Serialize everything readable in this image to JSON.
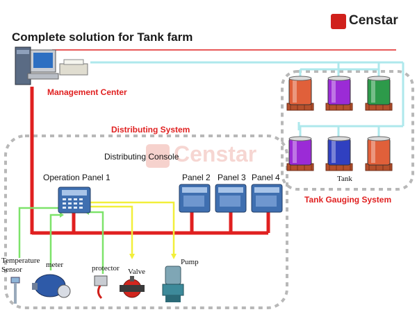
{
  "title": "Complete solution for Tank farm",
  "brand": {
    "name": "Censtar",
    "color": "#d0201b"
  },
  "labels": {
    "management_center": "Management Center",
    "distributing_system": "Distributing System",
    "distributing_console": "Distributing Console",
    "tank_gauging_system": "Tank Gauging System",
    "tank": "Tank"
  },
  "panels": [
    {
      "label": "Operation Panel 1"
    },
    {
      "label": "Panel 2"
    },
    {
      "label": "Panel 3"
    },
    {
      "label": "Panel 4"
    }
  ],
  "devices": {
    "temperature_sensor_line1": "Temperature",
    "temperature_sensor_line2": "Sensor",
    "meter": "meter",
    "protector": "protector",
    "valve": "Valve",
    "pump": "Pump"
  },
  "tanks_top": [
    {
      "color": "#e0603a"
    },
    {
      "color": "#9b2bd6"
    },
    {
      "color": "#2d9a4a"
    }
  ],
  "tanks_bottom": [
    {
      "color": "#9b2bd6"
    },
    {
      "color": "#3040c0"
    },
    {
      "color": "#e0603a"
    }
  ],
  "colors": {
    "bus_red": "#e02020",
    "cyan_line": "#aee8ec",
    "green_line": "#7de36a",
    "yellow_line": "#f2ef3a",
    "dashed_border": "#b8b8b8",
    "panel_blue": "#3f6fb0"
  }
}
